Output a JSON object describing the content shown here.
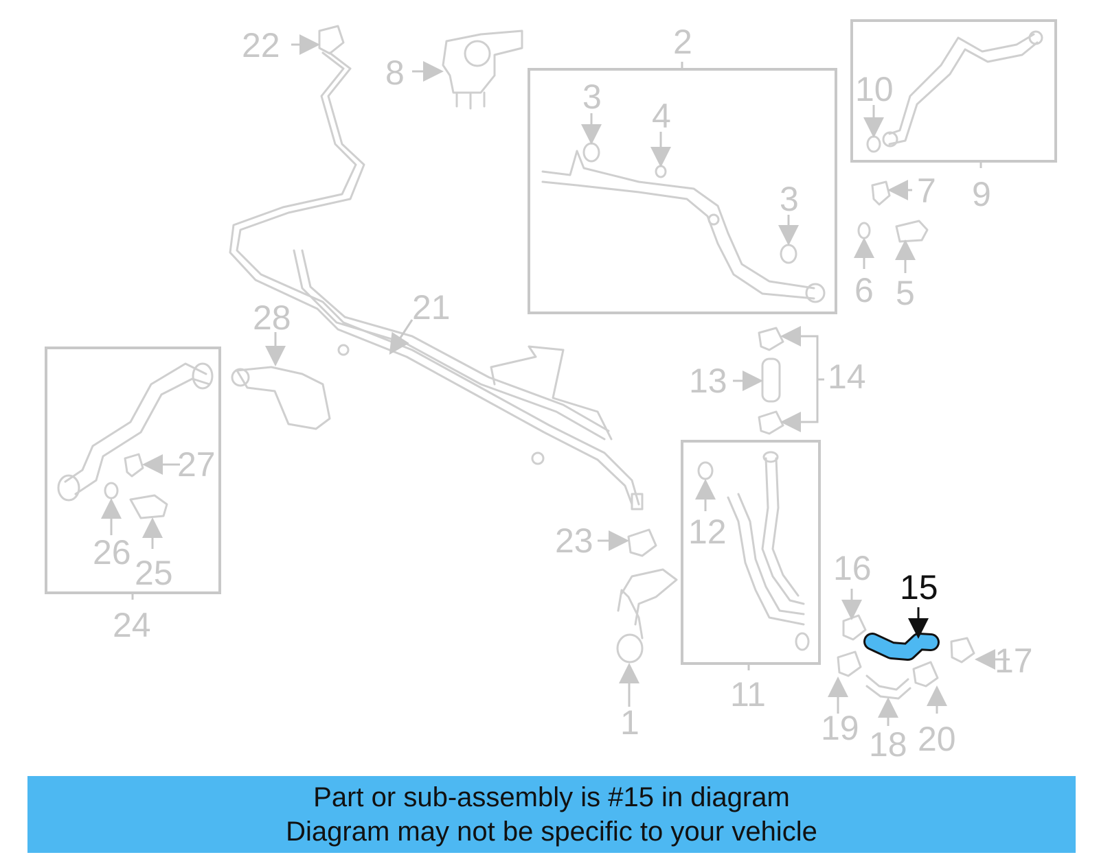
{
  "highlighted_part": "15",
  "labels": {
    "p1": "1",
    "p2": "2",
    "p3a": "3",
    "p3b": "3",
    "p4": "4",
    "p5": "5",
    "p6": "6",
    "p7": "7",
    "p8": "8",
    "p9": "9",
    "p10": "10",
    "p11": "11",
    "p12": "12",
    "p13": "13",
    "p14": "14",
    "p15": "15",
    "p16": "16",
    "p17": "17",
    "p18": "18",
    "p19": "19",
    "p20": "20",
    "p21": "21",
    "p22": "22",
    "p23": "23",
    "p24": "24",
    "p25": "25",
    "p26": "26",
    "p27": "27",
    "p28": "28"
  },
  "banner": {
    "line1": "Part or sub-assembly is #15 in diagram",
    "line2": "Diagram may not be specific to your vehicle"
  },
  "colors": {
    "banner_bg": "#4db8f2",
    "highlight_fill": "#4db8f2",
    "part_gray": "#c8c8c8",
    "highlight_label": "#111111"
  }
}
